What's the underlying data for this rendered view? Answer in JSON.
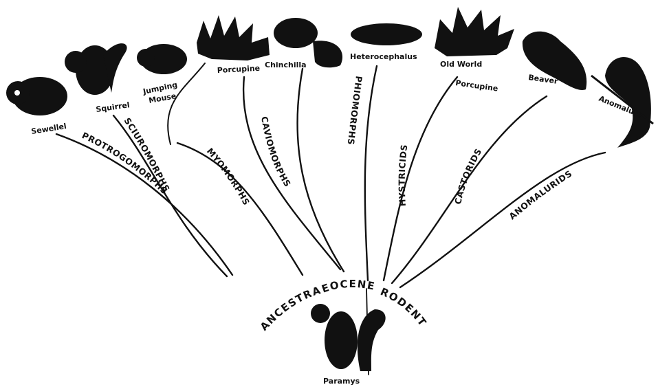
{
  "animals": {
    "sewellel": "Sewellel",
    "squirrel": "Squirrel",
    "jumping_mouse_1": "Jumping",
    "jumping_mouse_2": "Mouse",
    "porcupine": "Porcupine",
    "chinchilla": "Chinchilla",
    "heterocephalus": "Heterocephalus",
    "old_world_porcupine_1": "Old World",
    "old_world_porcupine_2": "Porcupine",
    "beaver": "Beaver",
    "anomalure": "Anomalure",
    "paramys": "Paramys"
  },
  "groups": {
    "protrogomorphs": "PROTROGOMORPHS",
    "sciuromorphs": "SCIUROMORPHS",
    "myomorphs": "MYOMORPHS",
    "caviomorphs": "CAVIOMORPHS",
    "phiomorphs": "PHIOMORPHS",
    "hystricids": "HYSTRICIDS",
    "castorids": "CASTORIDS",
    "anomalurids": "ANOMALURIDS"
  },
  "root": {
    "ancestral": "ANCESTRAL",
    "eocene": "EOCENE",
    "rodents": "RODENTS"
  }
}
